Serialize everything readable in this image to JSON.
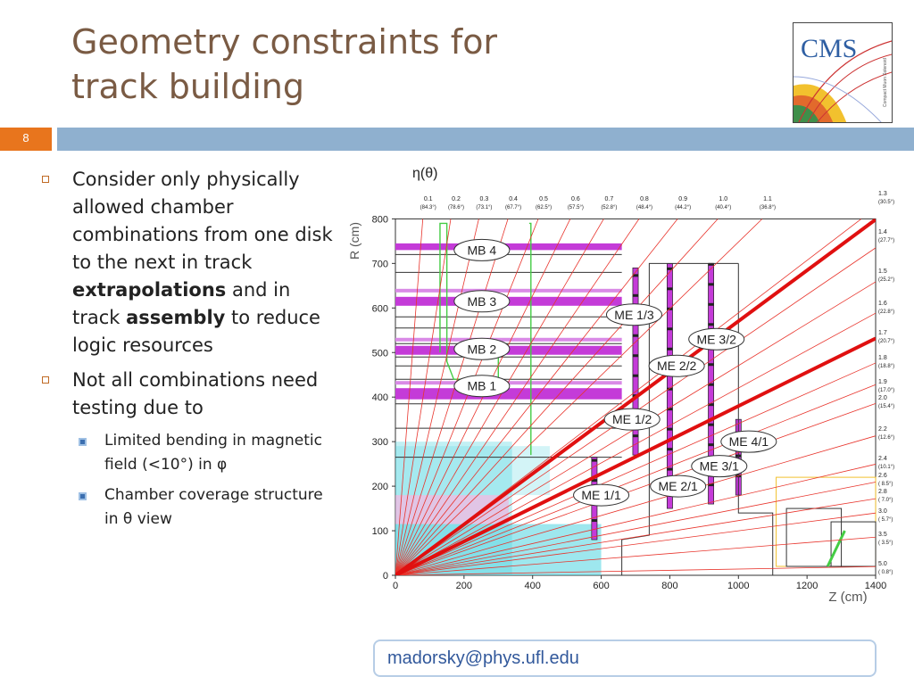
{
  "slide": {
    "title_line1": "Geometry constraints for",
    "title_line2": "track building",
    "slide_number": "8",
    "logo_text": "CMS",
    "logo_subtext": "Compact Muon Solenoid",
    "email": "madorsky@phys.ufl.edu"
  },
  "bullets": {
    "b1_part1": "Consider only physically allowed chamber combinations from one disk to the next in track ",
    "b1_bold1": "extrapolations",
    "b1_part2": " and in track ",
    "b1_bold2": "assembly",
    "b1_part3": " to reduce logic resources",
    "b2": "Not all combinations need testing due to",
    "sub1": " Limited bending in magnetic field (<10°) in φ",
    "sub2": "Chamber coverage structure in θ view"
  },
  "diagram": {
    "eta_label": "η(θ)",
    "y_axis_label": "R (cm)",
    "x_axis_label": "Z (cm)",
    "y_ticks": [
      "0",
      "100",
      "200",
      "300",
      "400",
      "500",
      "600",
      "700",
      "800"
    ],
    "x_ticks": [
      "0",
      "200",
      "400",
      "600",
      "800",
      "1000",
      "1200",
      "1400"
    ],
    "top_eta": [
      {
        "eta": "0.1",
        "ang": "(84.3°)"
      },
      {
        "eta": "0.2",
        "ang": "(78.6°)"
      },
      {
        "eta": "0.3",
        "ang": "(73.1°)"
      },
      {
        "eta": "0.4",
        "ang": "(67.7°)"
      },
      {
        "eta": "0.5",
        "ang": "(62.5°)"
      },
      {
        "eta": "0.6",
        "ang": "(57.5°)"
      },
      {
        "eta": "0.7",
        "ang": "(52.8°)"
      },
      {
        "eta": "0.8",
        "ang": "(48.4°)"
      },
      {
        "eta": "0.9",
        "ang": "(44.2°)"
      },
      {
        "eta": "1.0",
        "ang": "(40.4°)"
      },
      {
        "eta": "1.1",
        "ang": "(36.8°)"
      }
    ],
    "right_eta": [
      {
        "eta": "1.3",
        "ang": "(30.5°)"
      },
      {
        "eta": "1.4",
        "ang": "(27.7°)"
      },
      {
        "eta": "1.5",
        "ang": "(25.2°)"
      },
      {
        "eta": "1.6",
        "ang": "(22.8°)"
      },
      {
        "eta": "1.7",
        "ang": "(20.7°)"
      },
      {
        "eta": "1.8",
        "ang": "(18.8°)"
      },
      {
        "eta": "1.9",
        "ang": "(17.0°)"
      },
      {
        "eta": "2.0",
        "ang": "(15.4°)"
      },
      {
        "eta": "2.2",
        "ang": "(12.6°)"
      },
      {
        "eta": "2.4",
        "ang": "(10.1°)"
      },
      {
        "eta": "2.6",
        "ang": "( 8.5°)"
      },
      {
        "eta": "2.8",
        "ang": "( 7.0°)"
      },
      {
        "eta": "3.0",
        "ang": "( 5.7°)"
      },
      {
        "eta": "3.5",
        "ang": "( 3.5°)"
      },
      {
        "eta": "5.0",
        "ang": "( 0.8°)"
      }
    ],
    "chambers": {
      "mb4": "MB 4",
      "mb3": "MB 3",
      "mb2": "MB 2",
      "mb1": "MB 1",
      "me13": "ME 1/3",
      "me12": "ME 1/2",
      "me11": "ME 1/1",
      "me22": "ME 2/2",
      "me21": "ME 2/1",
      "me32": "ME 3/2",
      "me31": "ME 3/1",
      "me41": "ME 4/1"
    },
    "colors": {
      "magenta": "#c43bd8",
      "eta_line": "#e8342c",
      "red_track": "#e01010",
      "green": "#44cc44",
      "cyan": "#4fd4e0"
    }
  }
}
